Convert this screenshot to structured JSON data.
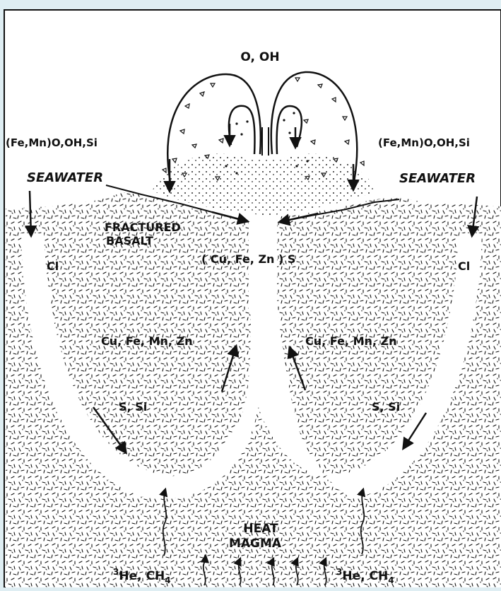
{
  "labels": {
    "vent_output": "O, OH",
    "precip_left": "(Fe,Mn)O,OH,Si",
    "precip_right": "(Fe,Mn)O,OH,Si",
    "seawater_left": "SEAWATER",
    "seawater_right": "SEAWATER",
    "fractured": "FRACTURED",
    "basalt": "BASALT",
    "sulfides": "( Cu, Fe, Zn ) S",
    "cl_left": "Cl",
    "cl_right": "Cl",
    "metals_left": "Cu, Fe, Mn, Zn",
    "metals_right": "Cu, Fe, Mn, Zn",
    "ssi_left": "S, Si",
    "ssi_right": "S, Si",
    "heat": "HEAT",
    "magma": "MAGMA",
    "gas_left_sup": "3",
    "gas_left": "He, CH",
    "gas_left_sub": "4",
    "gas_right_sup": "3",
    "gas_right": "He, CH",
    "gas_right_sub": "4"
  },
  "colors": {
    "background": "#dfeef3",
    "paper": "#ffffff",
    "ink": "#111111"
  }
}
